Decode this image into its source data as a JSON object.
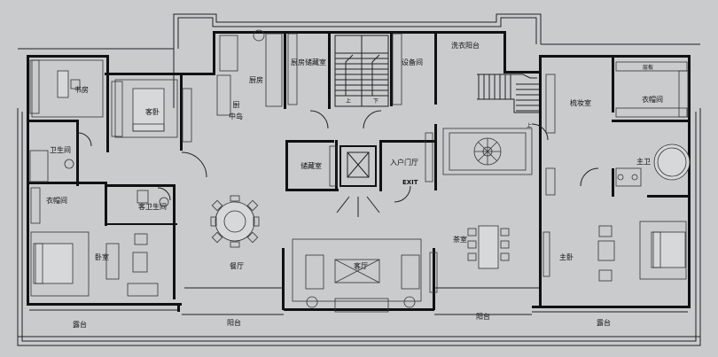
{
  "rooms": {
    "study": "书房",
    "guest_room": "客卧",
    "kitchen": "厨房",
    "kitchen_island": "中岛",
    "kitchen_island_prefix": "厨",
    "kitchen_storage": "厨房储藏室",
    "equipment": "设备间",
    "laundry": "洗衣阳台",
    "makeup": "梳妆室",
    "wardrobe_right": "衣帽间",
    "shelf": "层板",
    "bathroom": "卫生间",
    "storage": "储藏室",
    "foyer": "入户门厅",
    "exit": "EXIT",
    "master_bath": "主卫",
    "wardrobe_left": "衣帽间",
    "guest_bath": "客卫生间",
    "bedroom": "卧室",
    "dining": "餐厅",
    "living": "客厅",
    "tea": "茶室",
    "master_bedroom": "主卧",
    "terrace_left": "露台",
    "balcony_left": "阳台",
    "balcony_right": "阳台",
    "terrace_right": "露台",
    "stair_up": "上",
    "stair_down": "下",
    "stair_up_right": "上"
  },
  "colors": {
    "background": "#c9cbcd",
    "wall": "#111111",
    "line": "#222222"
  }
}
